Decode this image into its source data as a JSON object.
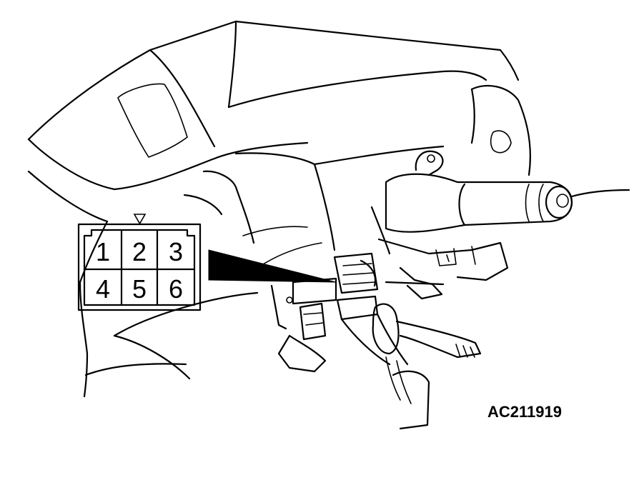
{
  "connector": {
    "pins": [
      "1",
      "2",
      "3",
      "4",
      "5",
      "6"
    ]
  },
  "figure_code": "AC211919"
}
